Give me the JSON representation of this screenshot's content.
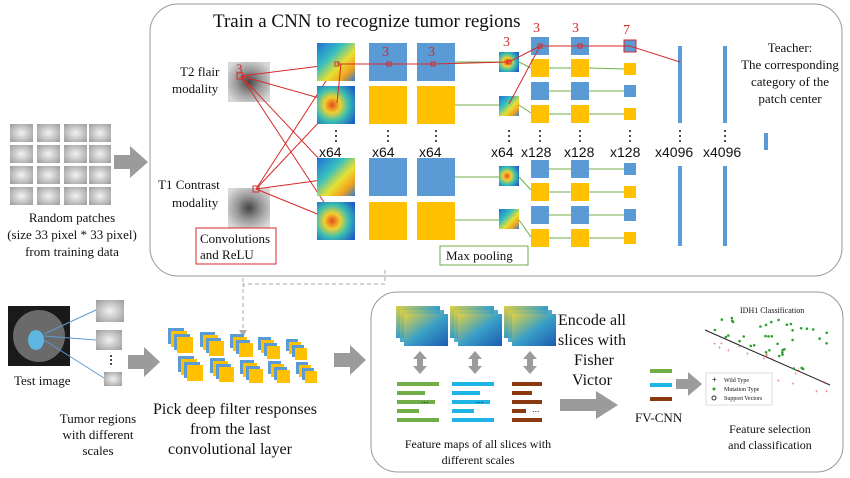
{
  "top_panel": {
    "title": "Train a CNN to recognize tumor regions",
    "t2_label": [
      "T2 flair",
      "modality"
    ],
    "t1_label": [
      "T1 Contrast",
      "modality"
    ],
    "conv_label": [
      "Convolutions",
      "and ReLU"
    ],
    "pool_label": "Max pooling",
    "kernel_sizes": [
      "3",
      "3",
      "3",
      "3",
      "3",
      "3",
      "7"
    ],
    "channel_counts": [
      "x64",
      "x64",
      "x64",
      "x64",
      "x128",
      "x128",
      "x128",
      "x4096",
      "x4096"
    ],
    "teacher_label": [
      "Teacher:",
      "The corresponding",
      "category of the",
      "patch center"
    ]
  },
  "left": {
    "patches_caption": [
      "Random patches",
      "(size 33 pixel * 33 pixel)",
      "from training data"
    ],
    "test_image_label": "Test image",
    "tumor_regions_label": [
      "Tumor regions",
      "with different",
      "scales"
    ],
    "pick_label": [
      "Pick deep filter responses",
      "from the last",
      "convolutional layer"
    ]
  },
  "bottom_panel": {
    "encode_label": [
      "Encode all",
      "slices with",
      "Fisher",
      "Victor"
    ],
    "feature_maps_label": [
      "Feature maps of all slices with",
      "different scales"
    ],
    "fvcnn_label": "FV-CNN",
    "classification_title": "IDH1 Classification",
    "legend": [
      "Wild Type",
      "Mutation Type",
      "Support Vectors"
    ],
    "selection_label": [
      "Feature selection",
      "and classification"
    ]
  },
  "colors": {
    "blue": "#5b9bd5",
    "orange": "#ffc000",
    "green": "#70ad47",
    "cyan": "#1fb4e6",
    "brown": "#8b3a0f",
    "red": "#d62a2a"
  }
}
